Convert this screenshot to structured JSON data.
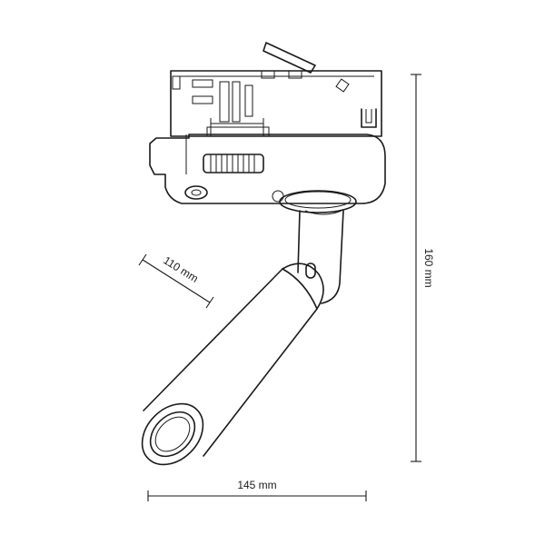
{
  "dimensions": {
    "width_label": "145 mm",
    "height_label": "160 mm",
    "head_length_label": "110 mm"
  },
  "colors": {
    "line": "#1a1a1a",
    "background": "#ffffff"
  }
}
